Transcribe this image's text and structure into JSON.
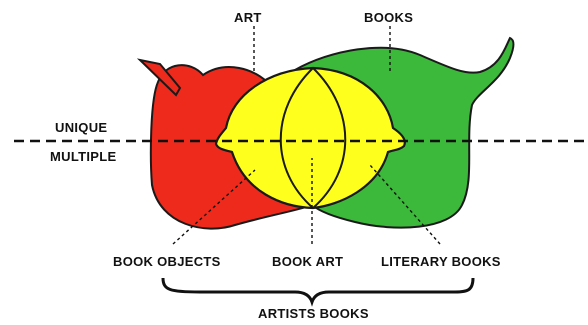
{
  "labels": {
    "art": "ART",
    "books": "BOOKS",
    "unique": "UNIQUE",
    "multiple": "MULTIPLE",
    "book_objects": "BOOK OBJECTS",
    "book_art": "BOOK ART",
    "literary_books": "LITERARY BOOKS",
    "artists_books": "ARTISTS BOOKS"
  },
  "colors": {
    "art_fruit": "#ee2a1c",
    "books_fruit": "#3cb83a",
    "overlap_fruit": "#ffff1e",
    "outline": "#1a1a1a",
    "leaf_left": "#ee2a1c",
    "leaf_right": "#3cb83a"
  }
}
